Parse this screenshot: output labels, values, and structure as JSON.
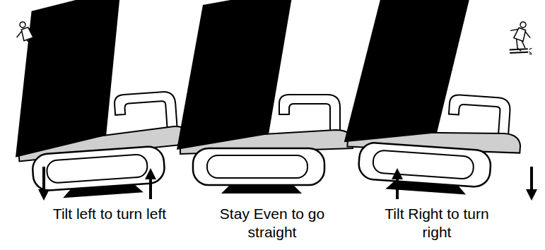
{
  "diagram": {
    "labels": [
      "Tilt left to turn left",
      "Stay Even to go straight",
      "Tilt Right to turn right"
    ]
  }
}
